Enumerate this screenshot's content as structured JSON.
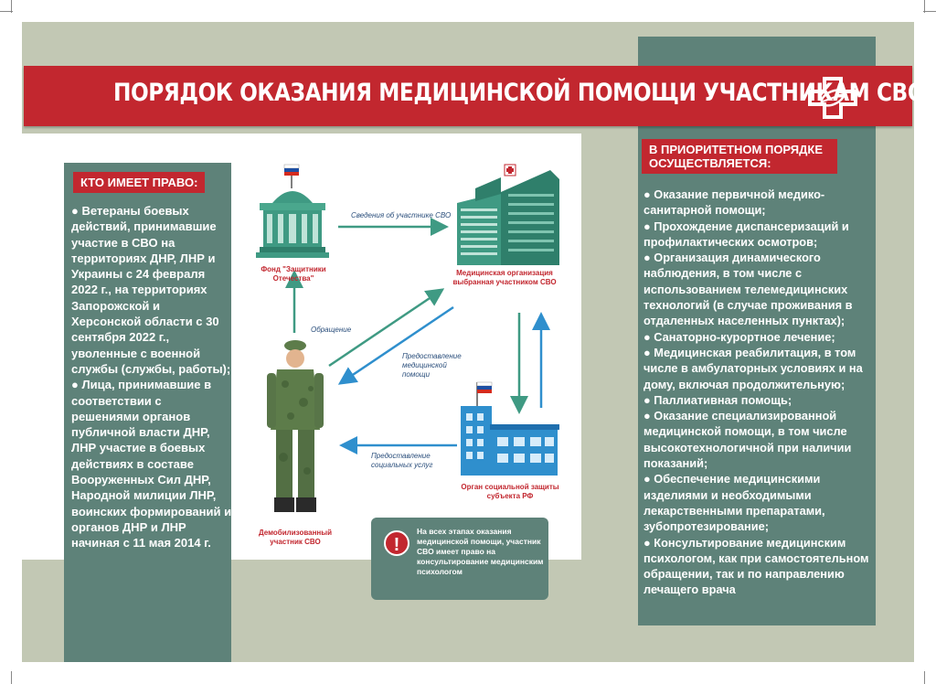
{
  "title": "ПОРЯДОК ОКАЗАНИЯ МЕДИЦИНСКОЙ ПОМОЩИ УЧАСТНИКАМ СВО",
  "left_panel": {
    "heading": "КТО ИМЕЕТ ПРАВО:",
    "items": [
      "●  Ветераны боевых действий, принимавшие участие в СВО на территориях ДНР, ЛНР и Украины с 24 февраля 2022 г., на территориях Запорожской и Херсонской области с 30 сентября 2022 г., уволенные с военной службы (службы, работы);",
      "●  Лица, принимавшие в соответствии с решениями органов публичной власти ДНР, ЛНР участие в боевых действиях в составе Вооруженных Сил ДНР, Народной милиции ЛНР, воинских формирований и органов ДНР и ЛНР начиная с 11 мая 2014 г."
    ]
  },
  "right_panel": {
    "heading": "В ПРИОРИТЕТНОМ ПОРЯДКЕ ОСУЩЕСТВЛЯЕТСЯ:",
    "items": [
      "●  Оказание первичной медико-санитарной помощи;",
      "●  Прохождение диспансеризаций и профилактических осмотров;",
      "●  Организация динамического наблюдения, в том числе с использованием телемедицинских технологий (в случае проживания в отдаленных населенных пунктах);",
      "●  Санаторно-курортное лечение;",
      "●  Медицинская реабилитация, в том числе в амбулаторных условиях и на дому, включая продолжительную;",
      "●  Паллиативная помощь;",
      "●  Оказание специализированной медицинской помощи, в том числе высокотехнологичной при наличии показаний;",
      "●  Обеспечение медицинскими изделиями и необходимыми лекарственными препаратами, зубопротезирование;",
      "●  Консультирование медицинским психологом, как при самостоятельном обращении, так и по направлению лечащего врача"
    ]
  },
  "diagram": {
    "fund_label": "Фонд \"Защитники Отечества\"",
    "medorg_label": "Медицинская организация выбранная участником СВО",
    "social_label": "Орган социальной защиты субъекта РФ",
    "soldier_label": "Демобилизованный участник СВО",
    "edge_info": "Сведения об участнике СВО",
    "edge_appeal": "Обращение",
    "edge_med": "Предоставление медицинской помощи",
    "edge_social": "Предоставление социальных услуг"
  },
  "notice": {
    "icon": "exclamation-icon",
    "text": "На всех этапах оказания медицинской помощи, участник СВО имеет право на консультирование медицинским психологом"
  },
  "colors": {
    "banner_red": "#c2272f",
    "panel_green": "#5e8279",
    "background": "#c2c8b4",
    "building_green": "#3f9a83",
    "arrow_blue": "#2f8fcd",
    "arrow_green": "#3f9a83"
  }
}
